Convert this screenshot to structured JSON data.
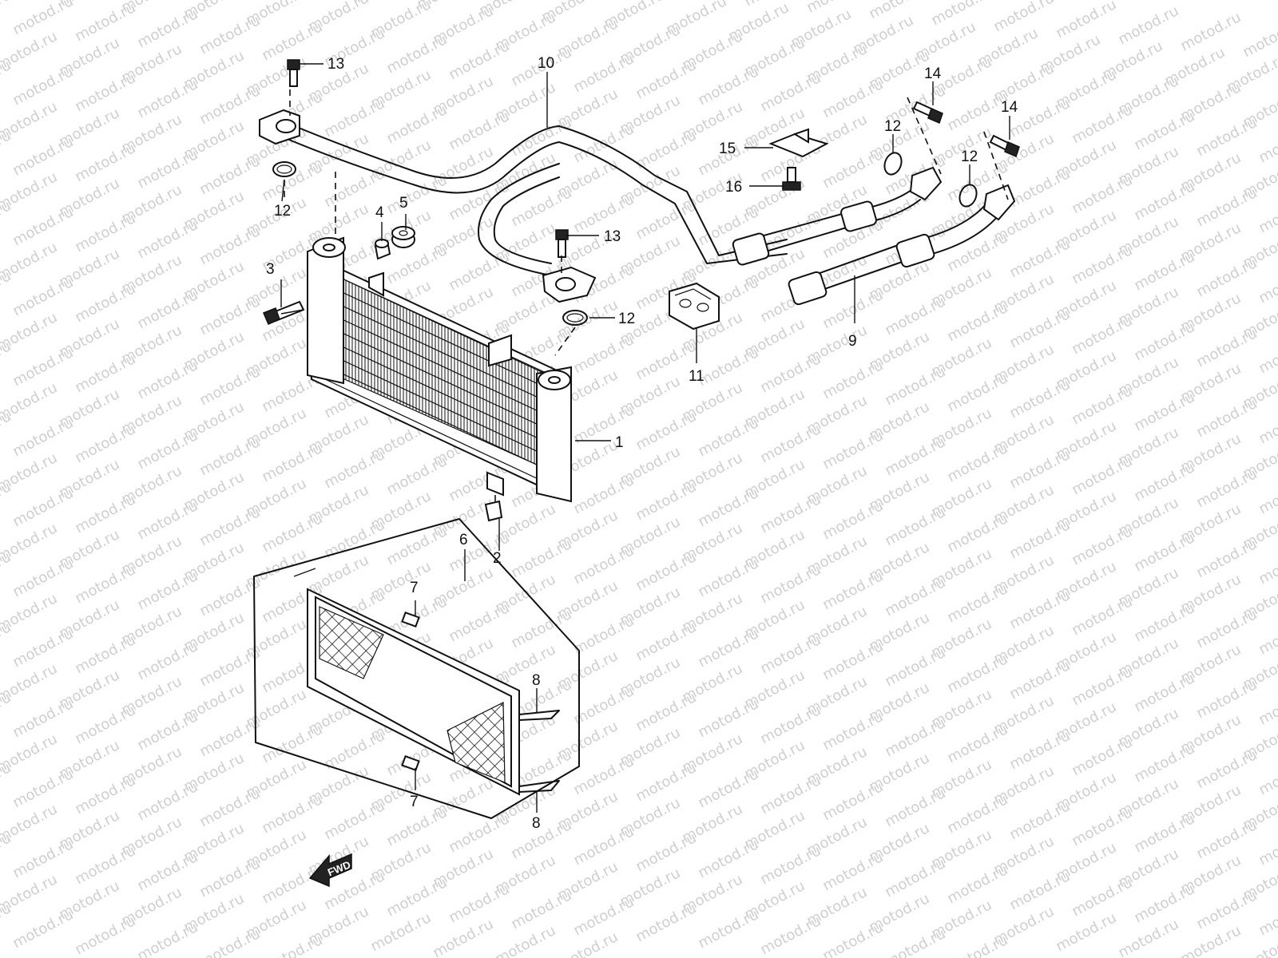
{
  "watermark": "motod.ru",
  "fwd_label": "FWD",
  "callouts": {
    "c1": "1",
    "c2": "2",
    "c3": "3",
    "c4": "4",
    "c5": "5",
    "c6": "6",
    "c7a": "7",
    "c7b": "7",
    "c8a": "8",
    "c8b": "8",
    "c9": "9",
    "c10": "10",
    "c11": "11",
    "c12a": "12",
    "c12b": "12",
    "c12c": "12",
    "c12d": "12",
    "c13a": "13",
    "c13b": "13",
    "c14a": "14",
    "c14b": "14",
    "c15": "15",
    "c16": "16"
  }
}
